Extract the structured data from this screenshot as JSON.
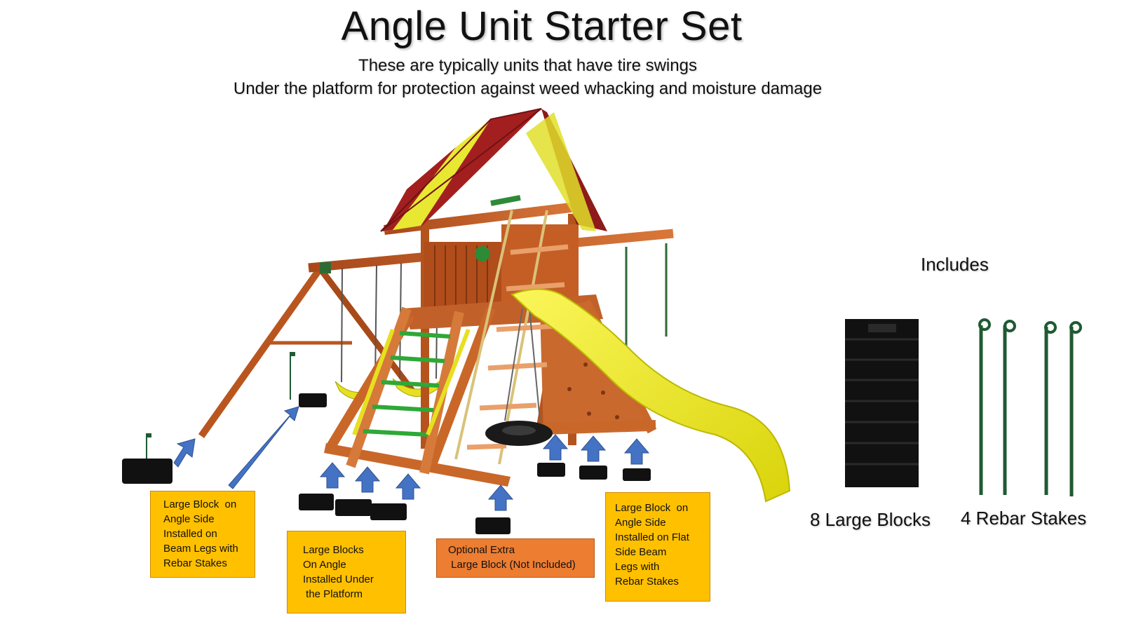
{
  "header": {
    "title": "Angle Unit Starter Set",
    "subtitle_1": "These are typically units that have tire swings",
    "subtitle_2": "Under the platform for protection against weed whacking and moisture damage"
  },
  "labels": {
    "beam_legs": "Large Block  on\nAngle Side\nInstalled on\nBeam Legs with\nRebar Stakes",
    "under_platform": "Large Blocks\nOn Angle\nInstalled Under\n the Platform",
    "optional_extra": "Optional Extra\n Large Block (Not Included)",
    "flat_side": "Large Block  on\nAngle Side\nInstalled on Flat\nSide Beam\nLegs with\nRebar Stakes"
  },
  "includes": {
    "heading": "Includes",
    "blocks_caption": "8 Large Blocks",
    "stakes_caption": "4 Rebar Stakes"
  },
  "colors": {
    "label_yellow": "#ffc000",
    "label_orange": "#ed7d31",
    "arrow_blue": "#4472c4",
    "wood": "#c8652a",
    "roof_red": "#a31f1f",
    "roof_yellow": "#e8e832",
    "slide_yellow": "#f2ee1c",
    "block_black": "#111111",
    "stake_green": "#1f5a32"
  }
}
